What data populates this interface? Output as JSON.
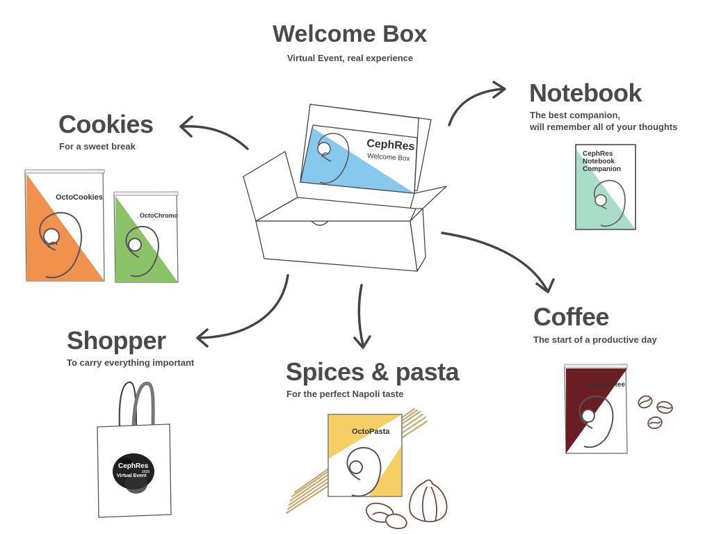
{
  "header": {
    "title": "Welcome Box",
    "subtitle": "Virtual Event, real experience"
  },
  "box": {
    "brand": "CephRes",
    "label": "Welcome Box",
    "accent": "#86c9ec"
  },
  "items": {
    "cookies": {
      "title": "Cookies",
      "subtitle": "For a sweet break",
      "pack1_label": "OctoCookies",
      "pack1_color": "#f0914e",
      "pack2_label": "OctoChromo",
      "pack2_color": "#8cc267"
    },
    "notebook": {
      "title": "Notebook",
      "subtitle_line1": "The best companion,",
      "subtitle_line2": "will remember all of your thoughts",
      "cover_line1": "CephRes",
      "cover_line2": "Notebook",
      "cover_line3": "Companion",
      "cover_color": "#a9dcc9"
    },
    "coffee": {
      "title": "Coffee",
      "subtitle": "The start of a productive day",
      "pack_label": "OctoCoffee",
      "pack_color": "#6a1e24"
    },
    "shopper": {
      "title": "Shopper",
      "subtitle": "To carry everything important",
      "bag_line1": "CephRes",
      "bag_line2": "2020",
      "bag_line3": "Virtual Event"
    },
    "pasta": {
      "title": "Spices & pasta",
      "subtitle": "For the perfect Napoli taste",
      "pack_label": "OctoPasta",
      "pack_color": "#f5cf63"
    }
  }
}
